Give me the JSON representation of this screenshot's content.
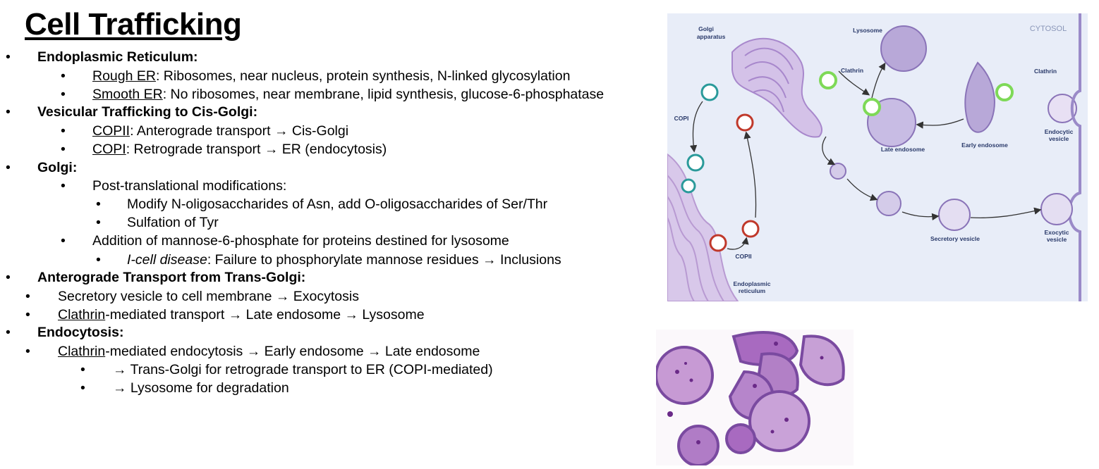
{
  "title": "Cell Trafficking",
  "outline": {
    "er_heading": "Endoplasmic Reticulum:",
    "rough_er_term": "Rough ER",
    "rough_er_text": ": Ribosomes, near nucleus, protein synthesis, N-linked glycosylation",
    "smooth_er_term": "Smooth ER",
    "smooth_er_text": ": No ribosomes, near membrane, lipid synthesis, glucose-6-phosphatase",
    "vesicular_heading": "Vesicular Trafficking to Cis-Golgi:",
    "copii_term": "COPII",
    "copii_text": ": Anterograde transport → Cis-Golgi",
    "copi_term": "COPI",
    "copi_text": ": Retrograde transport → ER (endocytosis)",
    "golgi_heading": "Golgi:",
    "ptm": "Post-translational modifications:",
    "ptm_1": "Modify N-oligosaccharides of Asn, add O-oligosaccharides of Ser/Thr",
    "ptm_2": "Sulfation of Tyr",
    "m6p": "Addition of mannose-6-phosphate for proteins destined for lysosome",
    "icell_term": "I-cell disease",
    "icell_text": ": Failure to phosphorylate mannose residues → Inclusions",
    "anterograde_heading": "Anterograde Transport from Trans-Golgi:",
    "secretory": "Secretory vesicle to cell membrane → Exocytosis",
    "clathrin_term": "Clathrin",
    "clathrin_text": "-mediated transport → Late endosome → Lysosome",
    "endocytosis_heading": "Endocytosis:",
    "endo_term": "Clathrin",
    "endo_text": "-mediated endocytosis → Early endosome → Late endosome",
    "endo_1": "→ Trans-Golgi for retrograde transport to ER (COPI-mediated)",
    "endo_2": "→ Lysosome for degradation"
  },
  "bullet_glyph": "•",
  "diagram": {
    "golgi": "Golgi",
    "apparatus": "apparatus",
    "lysosome": "Lysosome",
    "cytosol": "CYTOSOL",
    "clathrin_1": "Clathrin",
    "clathrin_2": "Clathrin",
    "copi": "COPI",
    "late_endosome": "Late endosome",
    "early_endosome": "Early endosome",
    "endocytic": "Endocytic",
    "vesicle_1": "vesicle",
    "copii": "COPII",
    "secretory_vesicle": "Secretory vesicle",
    "exocytic": "Exocytic",
    "vesicle_2": "vesicle",
    "endoplasmic": "Endoplasmic",
    "reticulum": "reticulum"
  },
  "colors": {
    "diagram_bg": "#e8edf8",
    "organelle": "#c9b8e0",
    "clathrin": "#7ed957",
    "copi": "#2a9a9a",
    "copii": "#c0392b",
    "stain": "#8a3a9a"
  }
}
